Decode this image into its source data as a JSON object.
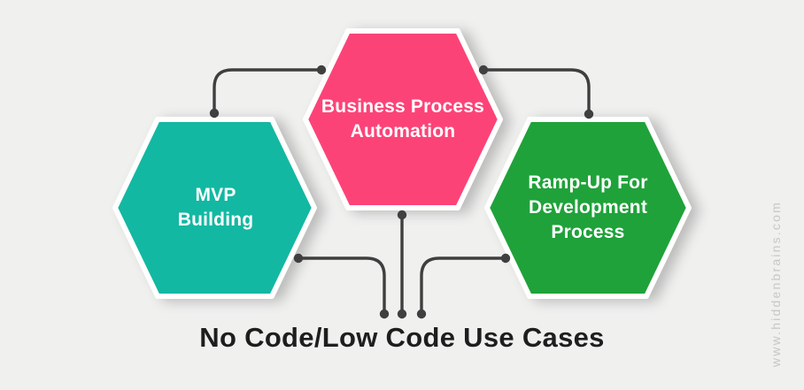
{
  "canvas": {
    "background": "#f0f0ef"
  },
  "title": {
    "text": "No Code/Low Code Use Cases",
    "color": "#1e1e1e"
  },
  "watermark": {
    "text": "www.hiddenbrains.com",
    "color": "#c7c7c7"
  },
  "connectors": {
    "color": "#3f3f3f"
  },
  "hexagons": [
    {
      "name": "mvp-building",
      "label": "MVP\nBuilding",
      "color": "#13b8a2",
      "border": "#ffffff",
      "text_color": "#ffffff"
    },
    {
      "name": "business-process-automation",
      "label": "Business Process\nAutomation",
      "color": "#fc4378",
      "border": "#ffffff",
      "text_color": "#ffffff"
    },
    {
      "name": "ramp-up-for-development-process",
      "label": "Ramp-Up For\nDevelopment\nProcess",
      "color": "#1fa23a",
      "border": "#ffffff",
      "text_color": "#ffffff"
    }
  ]
}
